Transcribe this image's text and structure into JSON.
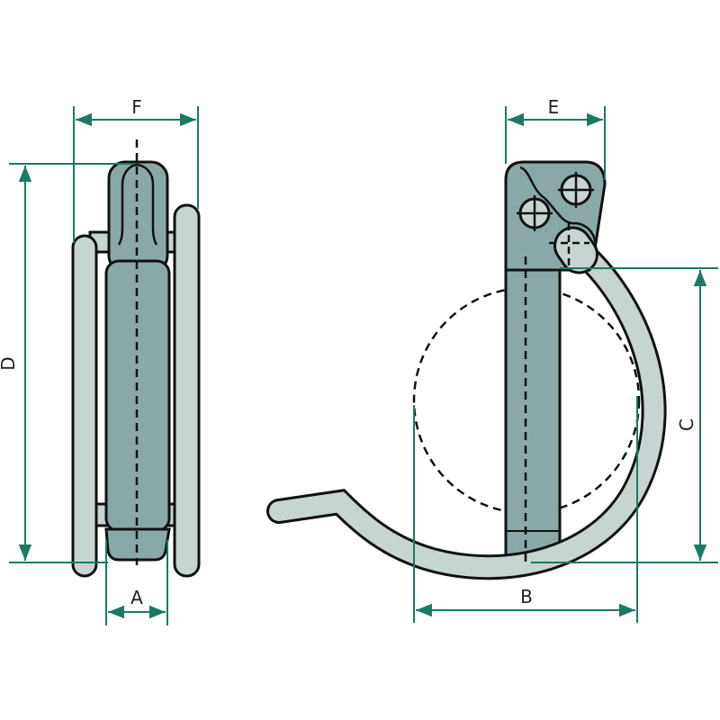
{
  "dimensions": {
    "A": "A",
    "B": "B",
    "C": "C",
    "D": "D",
    "E": "E",
    "F": "F"
  },
  "colors": {
    "dim": "#1a7a64",
    "pin": "#8aa8a8",
    "ring": "#c6d5d1",
    "outline": "#111111"
  }
}
